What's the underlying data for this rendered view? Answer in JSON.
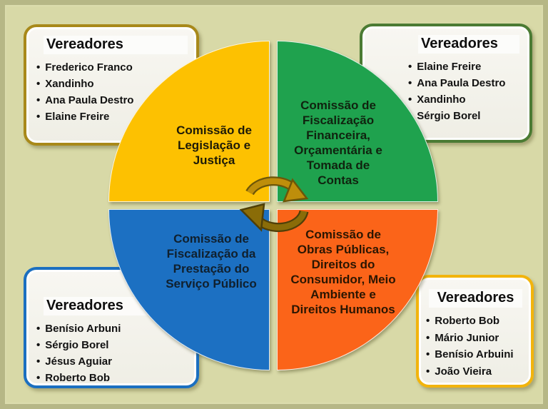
{
  "bullet": "•",
  "palette": {
    "page_background": "#d8d9a7",
    "frame_shade": "#8a8b55",
    "box_fill": "#f2f1ea"
  },
  "boxes": [
    {
      "position": "top-left",
      "title": "Vereadores",
      "border_color": "#a8891a",
      "members": [
        "Frederico Franco",
        "Xandinho",
        "Ana Paula Destro",
        "Elaine Freire"
      ]
    },
    {
      "position": "top-right",
      "title": "Vereadores",
      "border_color": "#4b7b33",
      "members": [
        "Elaine Freire",
        "Ana Paula Destro",
        "Xandinho",
        "Sérgio Borel"
      ]
    },
    {
      "position": "bottom-left",
      "title": "Vereadores",
      "border_color": "#1b6fc0",
      "members": [
        "Benísio Arbuni",
        "Sérgio Borel",
        "Jésus Aguiar",
        "Roberto Bob"
      ]
    },
    {
      "position": "bottom-right",
      "title": "Vereadores",
      "border_color": "#f2b40c",
      "members": [
        "Roberto Bob",
        "Mário Junior",
        "Benísio Arbuini",
        "João Vieira"
      ]
    }
  ],
  "quadrants": [
    {
      "position": "top-left",
      "color": "#fdc101",
      "label": "Comissão de\nLegislação e\nJustiça"
    },
    {
      "position": "top-right",
      "color": "#1fa24e",
      "label": "Comissão de\nFiscalização\nFinanceira,\nOrçamentária e\nTomada de\nContas"
    },
    {
      "position": "bottom-left",
      "color": "#1c70c2",
      "label": "Comissão de\nFiscalização da\nPrestação do\nServiço Público"
    },
    {
      "position": "bottom-right",
      "color": "#fb6419",
      "label": "Comissão de\nObras Públicas,\nDireitos do\nConsumidor, Meio\nAmbiente e\nDireitos Humanos"
    }
  ],
  "center": {
    "icon": "cycle-arrows",
    "top_arrow_color": "#be8e0b",
    "bottom_arrow_color": "#8a6c08"
  }
}
